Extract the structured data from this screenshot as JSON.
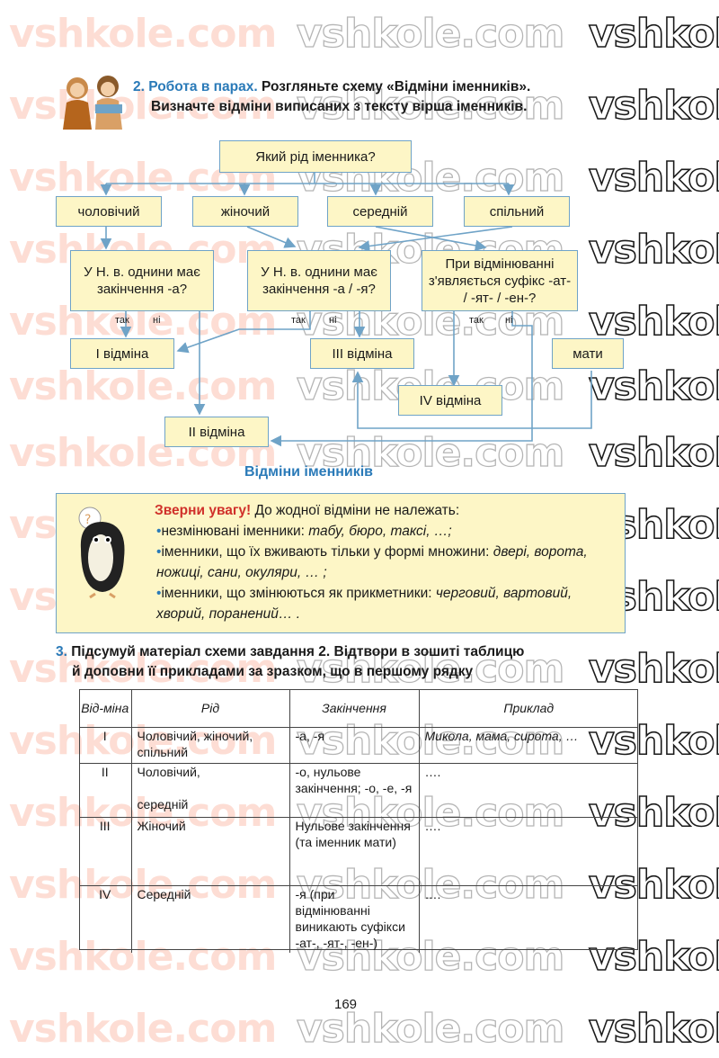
{
  "watermark": "vshkole.com",
  "colors": {
    "accent": "#2a7ab8",
    "box_fill": "#fdf6c6",
    "box_border": "#6fa3c7",
    "attention": "#d0302a"
  },
  "task2": {
    "number": "2.",
    "lead": "Робота в парах.",
    "line1_rest": "Розгляньте  схему «Відміни іменників».",
    "line2": "Визначте відміни виписаних з тексту вірша іменників."
  },
  "scheme": {
    "question": "Який рід іменника?",
    "genders": [
      "чоловічий",
      "жіночий",
      "середній",
      "спільний"
    ],
    "cond1": "У Н. в. однини має закінчення -а?",
    "cond2": "У Н. в. однини має закінчення -а / -я?",
    "cond3": "При відмінюванні з'являється суфікс -ат- / -ят- / -ен-?",
    "yes": "так",
    "no": "ні",
    "decl1": "І відміна",
    "decl2": "ІІ відміна",
    "decl3": "ІІІ відміна",
    "decl4": "ІV відміна",
    "mother": "мати",
    "caption": "Відміни іменників"
  },
  "note": {
    "attention": "Зверни увагу!",
    "intro": "До жодної відміни не належать:",
    "b1_text": "незмінювані іменники: ",
    "b1_examples": "табу, бюро, таксі, …;",
    "b2_text": "іменники, що їх вживають тільки у формі множини: ",
    "b2_examples": "двері, ворота, ножиці, сани, окуляри, … ;",
    "b3_text": "іменники, що змінюються як прикметники: ",
    "b3_examples": "черговий, вартовий, хворий, поранений… ."
  },
  "task3": {
    "number": "3.",
    "line1": "Підсумуй матеріал схеми завдання 2. Відтвори в зошиті таблицю",
    "line2": "й доповни її прикладами за зразком, що в першому рядку"
  },
  "table": {
    "headers": [
      "Від-міна",
      "Рід",
      "Закінчення",
      "Приклад"
    ],
    "rows": [
      {
        "decl": "І",
        "gender": "Чоловічий, жіночий, спільний",
        "ending": "-а, -я",
        "example": "Микола, мама, сирота, …"
      },
      {
        "decl": "ІІ",
        "gender": "Чоловічий,",
        "gender2": "середній",
        "ending": "-о, нульове закінчення; -о, -е, -я",
        "example": "…."
      },
      {
        "decl": "ІІІ",
        "gender": "Жіночий",
        "ending": "Нульове закінчення (та іменник мати)",
        "example": "…."
      },
      {
        "decl": "ІV",
        "gender": "Середній",
        "ending": "-я (при відмінюванні виникають суфікси -ат-, -ят-, -ен-)",
        "example": "…."
      }
    ]
  },
  "page_number": "169"
}
